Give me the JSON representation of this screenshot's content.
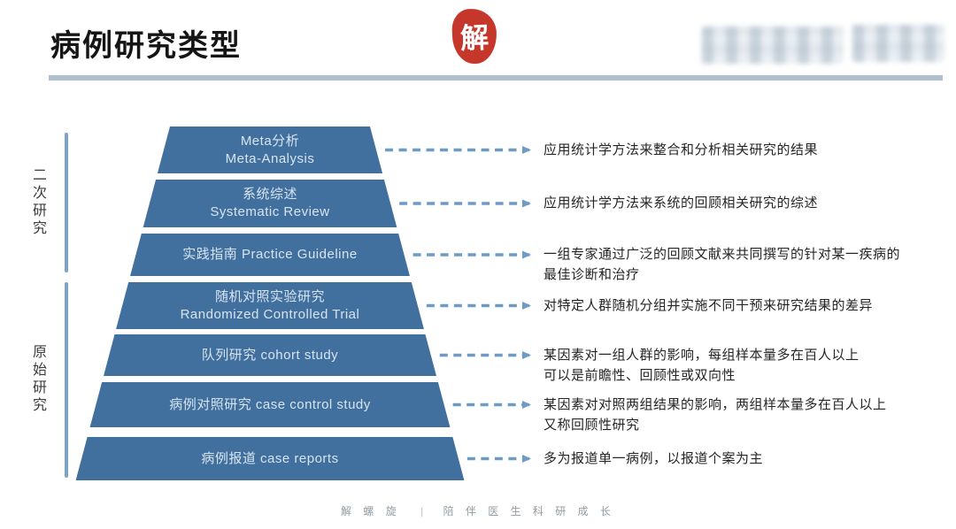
{
  "header": {
    "title": "病例研究类型",
    "seal_char": "解"
  },
  "groups": [
    {
      "label": "二次研究"
    },
    {
      "label": "原始研究"
    }
  ],
  "pyramid": {
    "rows": [
      {
        "label_lines": [
          "Meta分析",
          "Meta-Analysis"
        ],
        "desc_lines": [
          "应用统计学方法来整合和分析相关研究的结果"
        ]
      },
      {
        "label_lines": [
          "系统综述",
          "Systematic Review"
        ],
        "desc_lines": [
          "应用统计学方法来系统的回顾相关研究的综述"
        ]
      },
      {
        "label_lines": [
          "实践指南 Practice Guideline"
        ],
        "desc_lines": [
          "一组专家通过广泛的回顾文献来共同撰写的针对某一疾病的",
          "最佳诊断和治疗"
        ]
      },
      {
        "label_lines": [
          "随机对照实验研究",
          "Randomized Controlled Trial"
        ],
        "desc_lines": [
          "对特定人群随机分组并实施不同干预来研究结果的差异"
        ]
      },
      {
        "label_lines": [
          "队列研究 cohort study"
        ],
        "desc_lines": [
          "某因素对一组人群的影响，每组样本量多在百人以上",
          "可以是前瞻性、回顾性或双向性"
        ]
      },
      {
        "label_lines": [
          "病例对照研究 case control study"
        ],
        "desc_lines": [
          "某因素对对照两组结果的影响，两组样本量多在百人以上",
          "又称回顾性研究"
        ]
      },
      {
        "label_lines": [
          "病例报道 case reports"
        ],
        "desc_lines": [
          "多为报道单一病例，以报道个案为主"
        ]
      }
    ]
  },
  "footer": {
    "brand": "解 螺 旋",
    "separator": "|",
    "slogan": "陪 伴 医 生 科 研 成 长"
  },
  "colors": {
    "pyramid_fill": "#41709e",
    "row_label_text": "#d7e4f1",
    "arrow": "#6f9ac3",
    "bracket": "#7ba4ca",
    "underline": "#aebfcd",
    "seal_red": "#c5372b",
    "desc_text": "#252525",
    "title_text": "#151515"
  }
}
